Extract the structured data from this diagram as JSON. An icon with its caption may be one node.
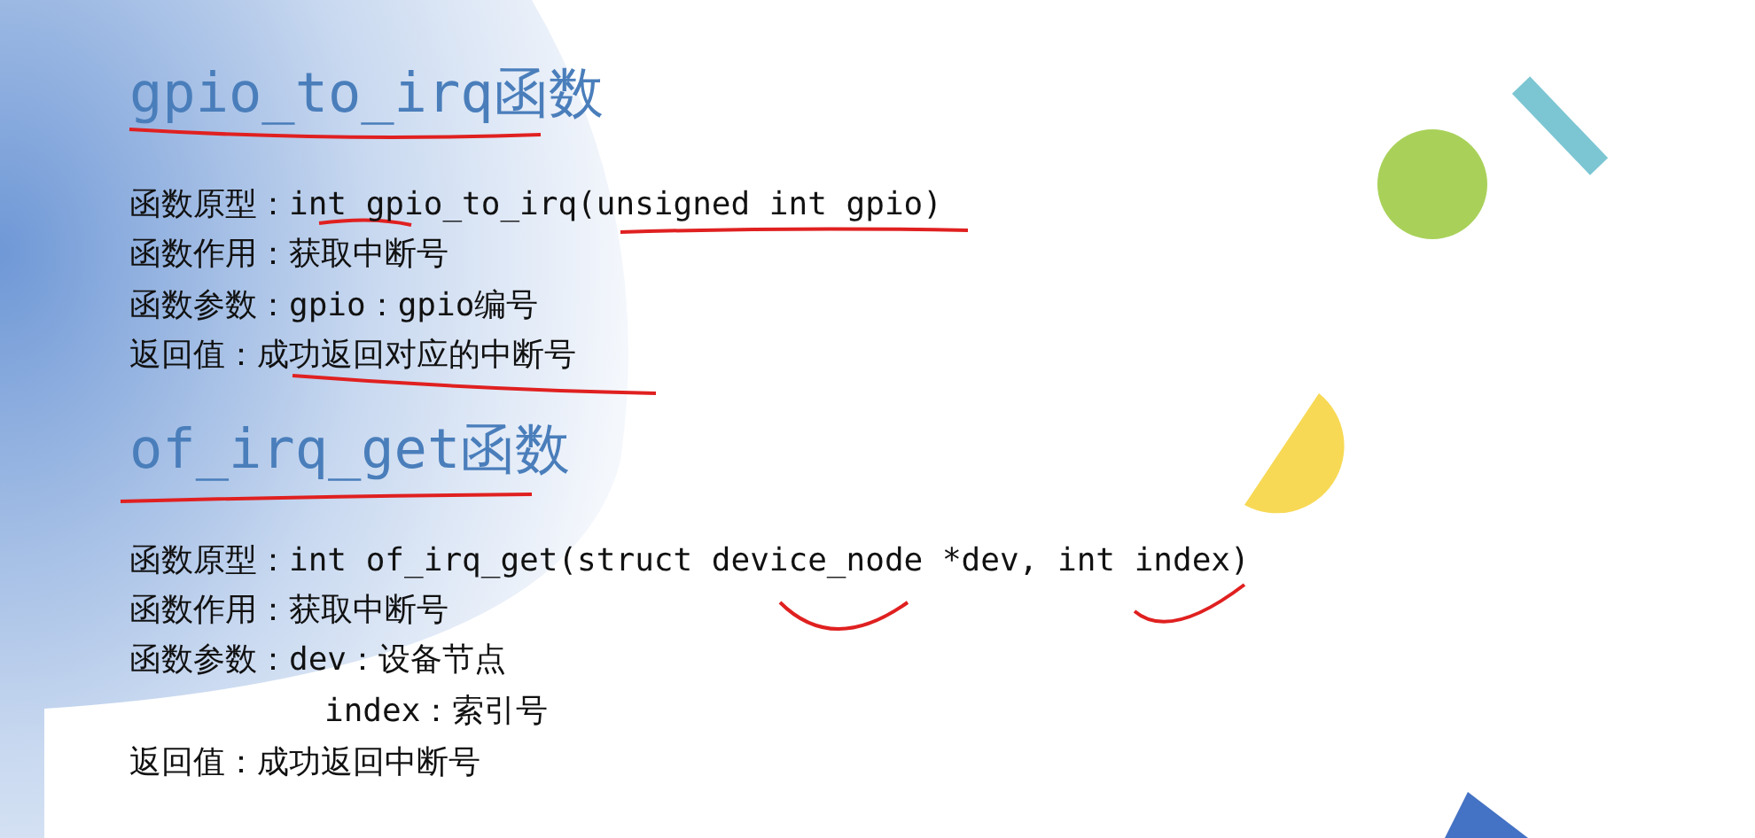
{
  "diagram": {
    "labels": [
      "gpio_to_irq函数",
      "函数原型：int gpio_to_irq(unsigned int gpio)",
      "函数作用：获取中断号",
      "函数参数：gpio：gpio编号",
      "返回值：成功返回对应的中断号",
      "of_irq_get函数",
      "函数原型：int of_irq_get(struct device_node *dev, int index)",
      "函数作用：获取中断号",
      "函数参数：dev：设备节点",
      "index：索引号",
      "返回值：成功返回中断号"
    ]
  }
}
